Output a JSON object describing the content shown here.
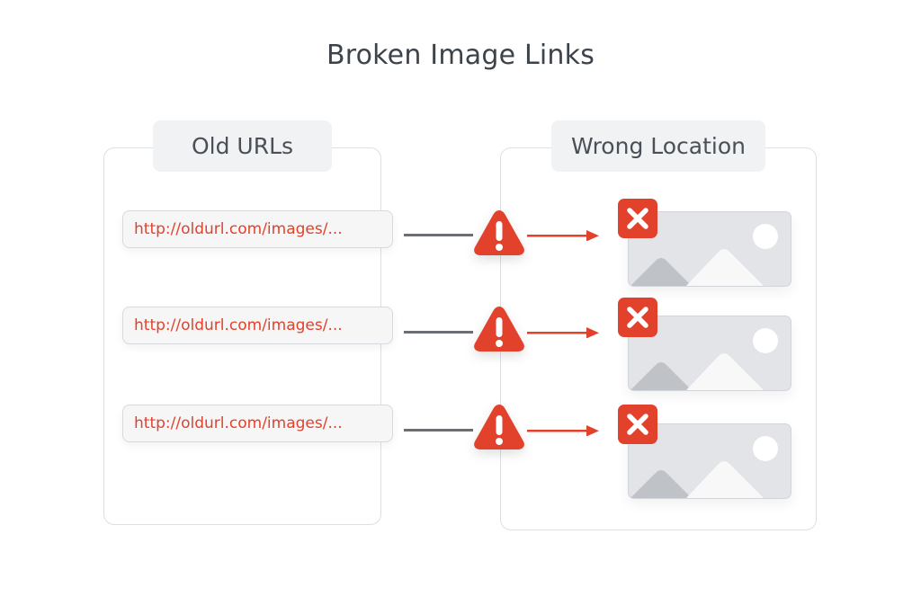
{
  "title": "Broken Image Links",
  "panels": {
    "left": {
      "label": "Old URLs"
    },
    "right": {
      "label": "Wrong Location"
    }
  },
  "rows": [
    {
      "url": "http://oldurl.com/images/...",
      "status": "warning",
      "result": "broken-image"
    },
    {
      "url": "http://oldurl.com/images/...",
      "status": "warning",
      "result": "broken-image"
    },
    {
      "url": "http://oldurl.com/images/...",
      "status": "warning",
      "result": "broken-image"
    }
  ],
  "icons": {
    "warning": "warning-triangle-icon",
    "error": "x-badge-icon",
    "image": "image-placeholder-icon"
  },
  "colors": {
    "accent_red": "#e2412c",
    "title_text": "#3c434b",
    "label_bg": "#f1f2f4",
    "panel_border": "#dcdfe4",
    "connector_gray": "#6b6e72",
    "placeholder_bg": "#e3e4e7"
  }
}
